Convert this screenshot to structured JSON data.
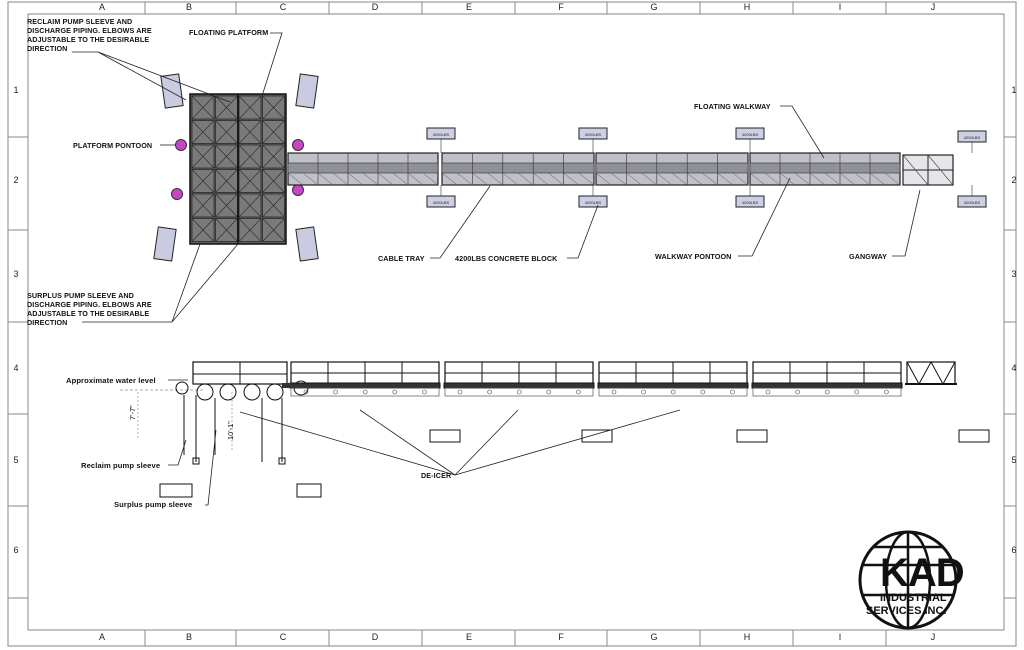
{
  "grid": {
    "columns": [
      "A",
      "B",
      "C",
      "D",
      "E",
      "F",
      "G",
      "H",
      "I",
      "J"
    ],
    "rows": [
      "1",
      "2",
      "3",
      "4",
      "5",
      "6"
    ]
  },
  "labels": {
    "reclaim_note": "RECLAIM PUMP SLEEVE AND DISCHARGE PIPING. ELBOWS ARE ADJUSTABLE TO THE DESIRABLE DIRECTION",
    "floating_platform": "FLOATING PLATFORM",
    "platform_pontoon": "PLATFORM PONTOON",
    "surplus_note": "SURPLUS PUMP SLEEVE AND DISCHARGE PIPING. ELBOWS ARE ADJUSTABLE TO THE DESIRABLE DIRECTION",
    "floating_walkway": "FLOATING WALKWAY",
    "cable_tray": "CABLE TRAY",
    "concrete_block": "4200LBS CONCRETE BLOCK",
    "walkway_pontoon": "WALKWAY PONTOON",
    "gangway": "GANGWAY",
    "water_level": "Approximate water level",
    "reclaim_sleeve": "Reclaim pump sleeve",
    "surplus_sleeve": "Surplus pump sleeve",
    "de_icer": "DE-ICER",
    "dim_1": "7'-7\"",
    "dim_2": "10'-1\""
  },
  "block_tag": "4200LBS",
  "logo": {
    "mark": "KAD",
    "line1": "INDUSTRIAL",
    "line2": "SERVICES INC."
  },
  "colors": {
    "line": "#1a1a1a",
    "platform_fill": "#6b6b6b",
    "walkway_fill": "#c9c9cf",
    "pontoon_ball": "#c845c8",
    "tag_fill": "#c9cce0",
    "block_fill": "#cdd0e4"
  }
}
